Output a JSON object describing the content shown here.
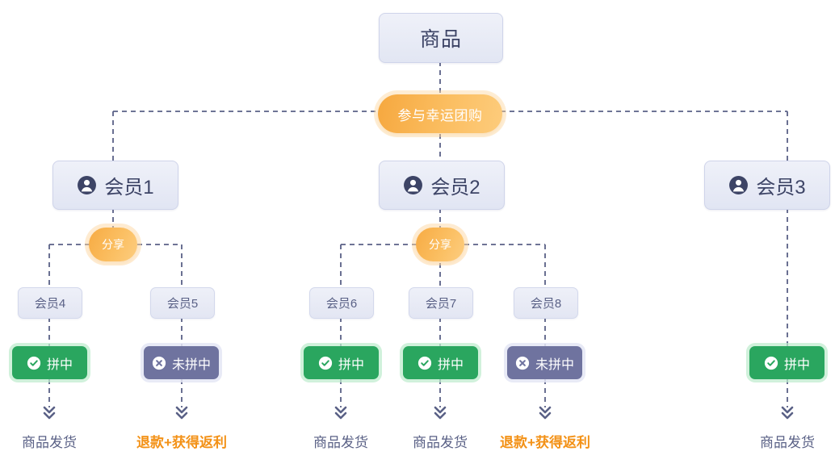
{
  "diagram": {
    "title": "商品",
    "root": {
      "label": "商品",
      "icon": "product-node"
    },
    "action": {
      "label": "参与幸运团购"
    },
    "share_label": "分享",
    "members": [
      {
        "id": "member-1",
        "label": "会员1",
        "icon": "person-icon"
      },
      {
        "id": "member-2",
        "label": "会员2",
        "icon": "person-icon"
      },
      {
        "id": "member-3",
        "label": "会员3",
        "icon": "person-icon"
      }
    ],
    "submembers": [
      {
        "id": "member-4",
        "label": "会员4"
      },
      {
        "id": "member-5",
        "label": "会员5"
      },
      {
        "id": "member-6",
        "label": "会员6"
      },
      {
        "id": "member-7",
        "label": "会员7"
      },
      {
        "id": "member-8",
        "label": "会员8"
      }
    ],
    "statuses": [
      {
        "id": "status-4",
        "label": "拼中",
        "type": "success",
        "icon": "check-circle-icon"
      },
      {
        "id": "status-5",
        "label": "未拼中",
        "type": "fail",
        "icon": "x-circle-icon"
      },
      {
        "id": "status-6",
        "label": "拼中",
        "type": "success",
        "icon": "check-circle-icon"
      },
      {
        "id": "status-7",
        "label": "拼中",
        "type": "success",
        "icon": "check-circle-icon"
      },
      {
        "id": "status-8",
        "label": "未拼中",
        "type": "fail",
        "icon": "x-circle-icon"
      },
      {
        "id": "status-3",
        "label": "拼中",
        "type": "success",
        "icon": "check-circle-icon"
      }
    ],
    "outcomes": [
      {
        "id": "outcome-4",
        "label": "商品发货",
        "type": "ship"
      },
      {
        "id": "outcome-5",
        "label": "退款+获得返利",
        "type": "refund"
      },
      {
        "id": "outcome-6",
        "label": "商品发货",
        "type": "ship"
      },
      {
        "id": "outcome-7",
        "label": "商品发货",
        "type": "ship"
      },
      {
        "id": "outcome-8",
        "label": "退款+获得返利",
        "type": "refund"
      },
      {
        "id": "outcome-3",
        "label": "商品发货",
        "type": "ship"
      }
    ],
    "colors": {
      "node_fill": "#eaedf7",
      "node_border": "#cfd4ea",
      "node_text": "#3d4466",
      "accent_orange": "#f6a83f",
      "success_green": "#2aa65f",
      "fail_purple": "#6f739f",
      "refund_text": "#f39116",
      "edge": "#5a6186",
      "background": "#ffffff"
    }
  }
}
